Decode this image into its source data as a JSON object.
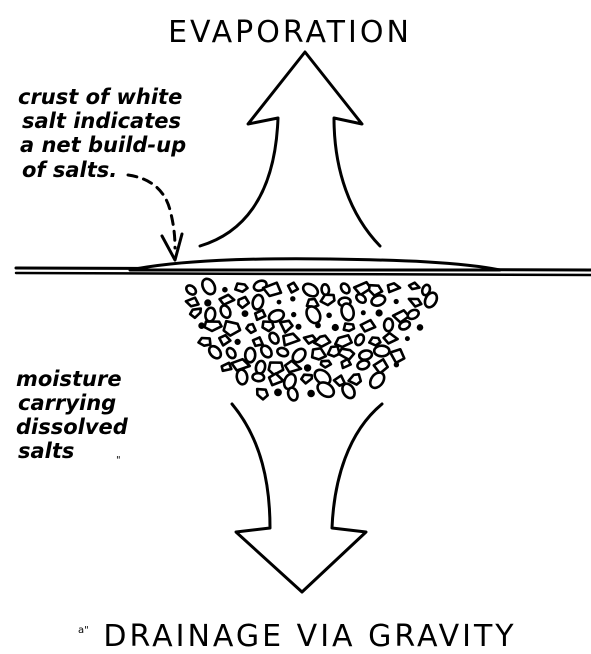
{
  "diagram": {
    "top_label": "EVAPORATION",
    "bottom_label": "DRAINAGE VIA GRAVITY",
    "crust_note": [
      "crust of white",
      "salt indicates",
      "a net build-up",
      "of salts."
    ],
    "moisture_note": [
      "moisture",
      "carrying",
      "dissolved",
      "salts"
    ]
  }
}
